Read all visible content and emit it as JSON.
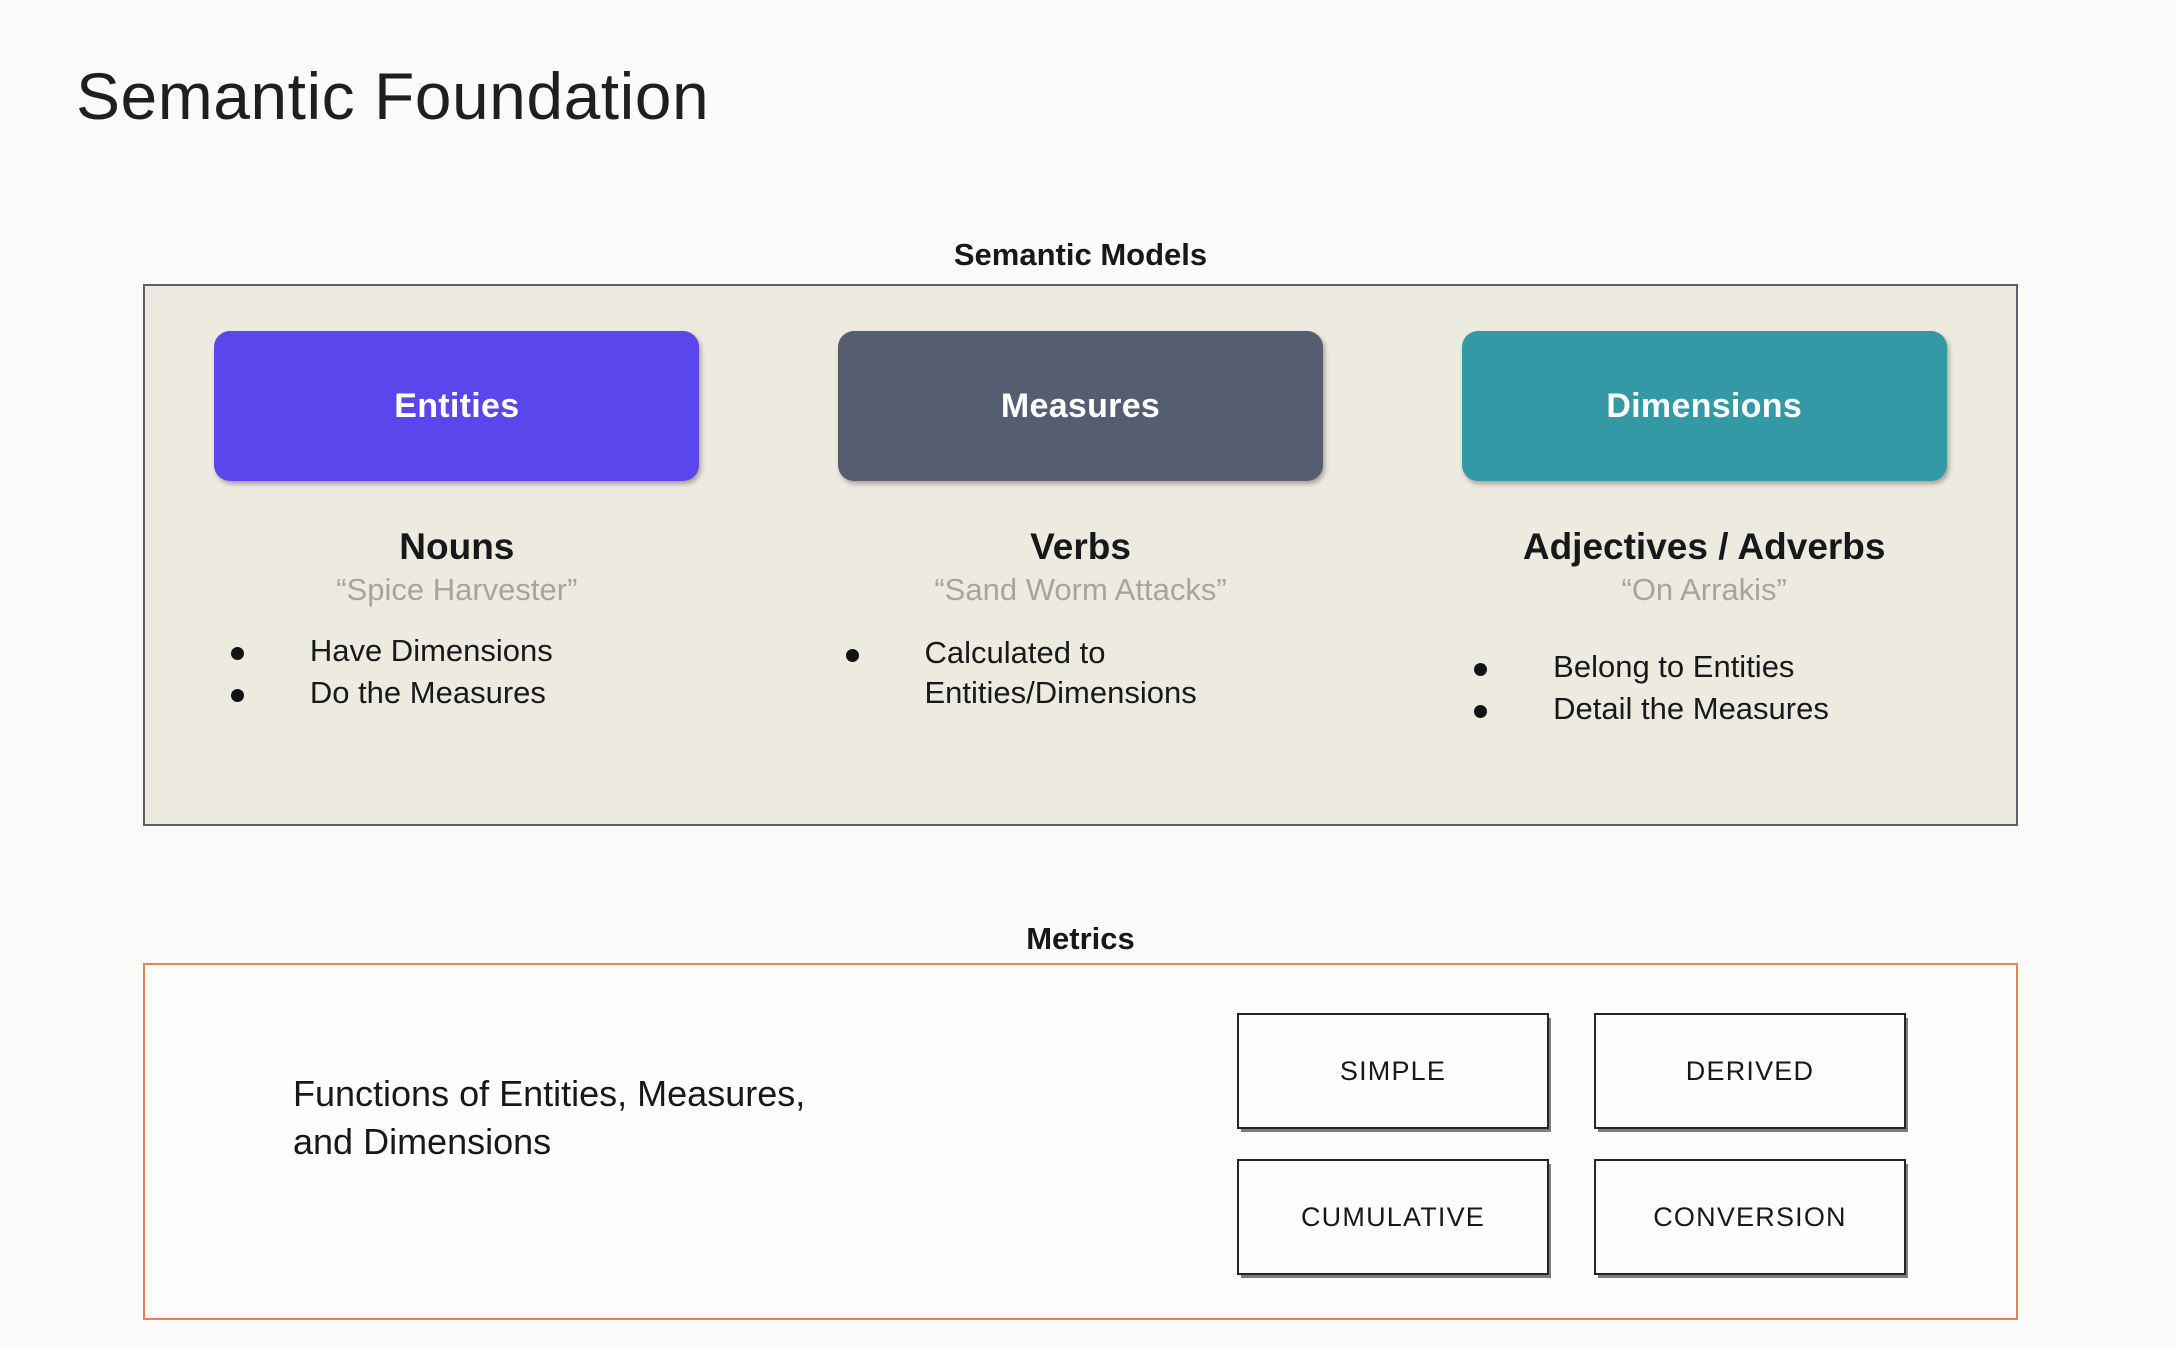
{
  "page": {
    "title": "Semantic Foundation"
  },
  "semantic_models": {
    "heading": "Semantic Models",
    "columns": [
      {
        "pill_label": "Entities",
        "pill_color": "#5B46EC",
        "part_of_speech": "Nouns",
        "example": "“Spice Harvester”",
        "bullets": [
          "Have Dimensions",
          "Do the Measures"
        ]
      },
      {
        "pill_label": "Measures",
        "pill_color": "#555D70",
        "part_of_speech": "Verbs",
        "example": "“Sand Worm Attacks”",
        "bullets": [
          "Calculated to\nEntities/Dimensions"
        ]
      },
      {
        "pill_label": "Dimensions",
        "pill_color": "#3399A5",
        "part_of_speech": "Adjectives / Adverbs",
        "example": "“On Arrakis”",
        "bullets": [
          "Belong to Entities",
          "Detail the Measures"
        ]
      }
    ],
    "panel_background": "#EDEADF",
    "panel_border": "#59616F"
  },
  "metrics": {
    "heading": "Metrics",
    "description": "Functions of Entities, Measures,\nand Dimensions",
    "types": [
      "SIMPLE",
      "DERIVED",
      "CUMULATIVE",
      "CONVERSION"
    ],
    "panel_border": "#E2825F",
    "panel_background": "#FDFEFB"
  }
}
